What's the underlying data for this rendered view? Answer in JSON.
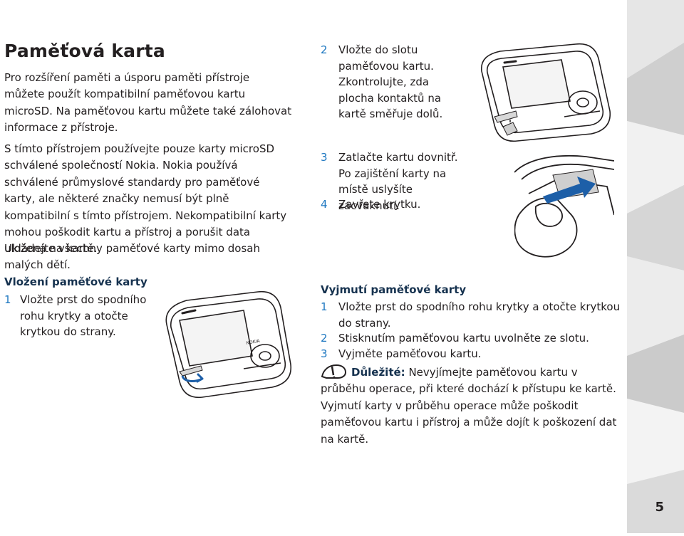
{
  "page": {
    "title": "Paměťová karta",
    "page_number": "5"
  },
  "left": {
    "intro": "Pro rozšíření paměti a úsporu paměti přístroje můžete použít kompatibilní paměťovou kartu microSD. Na paměťovou kartu můžete také zálohovat informace z přístroje.",
    "warning": "S tímto přístrojem používejte pouze karty microSD schválené společností Nokia. Nokia používá schválené průmyslové standardy pro paměťové karty, ale některé značky nemusí být plně kompatibilní s tímto přístrojem. Nekompatibilní karty mohou poškodit kartu a přístroj a porušit data uložená na kartě.",
    "children_note": "Ukládejte všechny paměťové karty mimo dosah malých dětí.",
    "insert_heading": "Vložení paměťové karty",
    "insert_steps": [
      {
        "num": "1",
        "text": "Vložte prst do spodního rohu krytky a otočte krytkou do strany."
      }
    ]
  },
  "right": {
    "insert_steps": [
      {
        "num": "2",
        "text": "Vložte do slotu paměťovou kartu. Zkontrolujte, zda plocha kontaktů na kartě směřuje dolů."
      },
      {
        "num": "3",
        "text": "Zatlačte kartu dovnitř. Po zajištění karty na místě uslyšíte zacvaknutí."
      },
      {
        "num": "4",
        "text": "Zavřete krytku."
      }
    ],
    "remove_heading": "Vyjmutí paměťové karty",
    "remove_steps": [
      {
        "num": "1",
        "text": "Vložte prst do spodního rohu krytky a otočte krytkou do strany."
      },
      {
        "num": "2",
        "text": "Stisknutím paměťovou kartu uvolněte ze slotu."
      },
      {
        "num": "3",
        "text": "Vyjměte paměťovou kartu."
      }
    ],
    "important_label": "Důležité:",
    "important_text": " Nevyjímejte paměťovou kartu v průběhu operace, při které dochází k přístupu ke kartě. Vyjmutí karty v průběhu operace může poškodit paměťovou kartu i přístroj a může dojít k poškození dat na kartě."
  },
  "illustrations": {
    "phone_brand": "NOKIA",
    "icons": [
      "phone-open-cover",
      "phone-insert-card",
      "card-push",
      "important-hand-icon"
    ]
  },
  "colors": {
    "step_number": "#1d77c0",
    "heading": "#16324f",
    "text": "#231f20",
    "card_arrow": "#1d5fa8"
  }
}
